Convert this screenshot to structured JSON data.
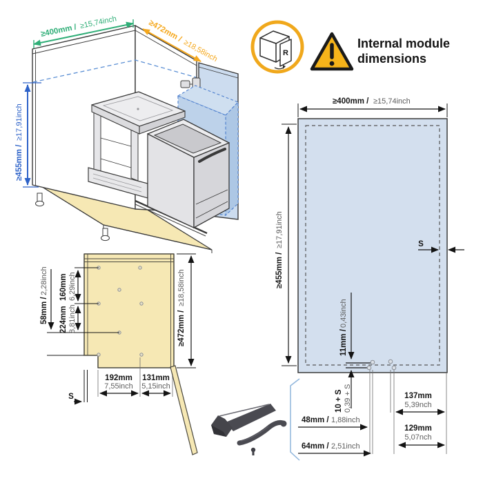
{
  "colors": {
    "accent_green": "#2fae77",
    "accent_orange": "#f5a81d",
    "accent_blue": "#2d62c8",
    "panel_blue": "#d3dfee",
    "door_blue": "#ccdcef",
    "module_box_blue": "#bdd2ea",
    "wood_cream": "#f6e8b4",
    "tool_gray": "#46464c",
    "warning_yellow": "#f6b41a",
    "icon_ring_yellow": "#f0a81c"
  },
  "header": {
    "cube_icon_label": "R",
    "title_line1": "Internal module",
    "title_line2": "dimensions"
  },
  "iso_view": {
    "width_mm": "≥400mm /",
    "width_inch": "≥15,74inch",
    "depth_mm": "≥472mm /",
    "depth_inch": "≥18,58inch",
    "height_mm": "≥455mm /",
    "height_inch": "≥17,91inch"
  },
  "front_view": {
    "width_mm": "≥400mm /",
    "width_inch": "≥15,74inch",
    "height_mm": "≥455mm /",
    "height_inch": "≥17,91inch",
    "side_label": "S",
    "drop_mm": "11mm /",
    "drop_inch": "0,43inch",
    "edge_mm": "10 + S",
    "edge_inch": "0,39 + S",
    "hole_48_mm": "48mm /",
    "hole_48_inch": "1,88inch",
    "hole_64_mm": "64mm /",
    "hole_64_inch": "2,51inch",
    "hole_137_mm": "137mm",
    "hole_137_inch": "5,39nch",
    "hole_129_mm": "129mm",
    "hole_129_inch": "5,07nch"
  },
  "base_view": {
    "dim_58_mm": "58mm /",
    "dim_58_inch": "2,28inch",
    "dim_160_mm": "160mm",
    "dim_160_inch": "6,29inch",
    "dim_224_mm": "224mm",
    "dim_224_inch": "8,81inch",
    "depth_mm": "≥472mm /",
    "depth_inch": "≥18,58inch",
    "dim_192_mm": "192mm",
    "dim_192_inch": "7,55inch",
    "dim_131_mm": "131mm",
    "dim_131_inch": "5,15inch",
    "side_label": "S"
  }
}
